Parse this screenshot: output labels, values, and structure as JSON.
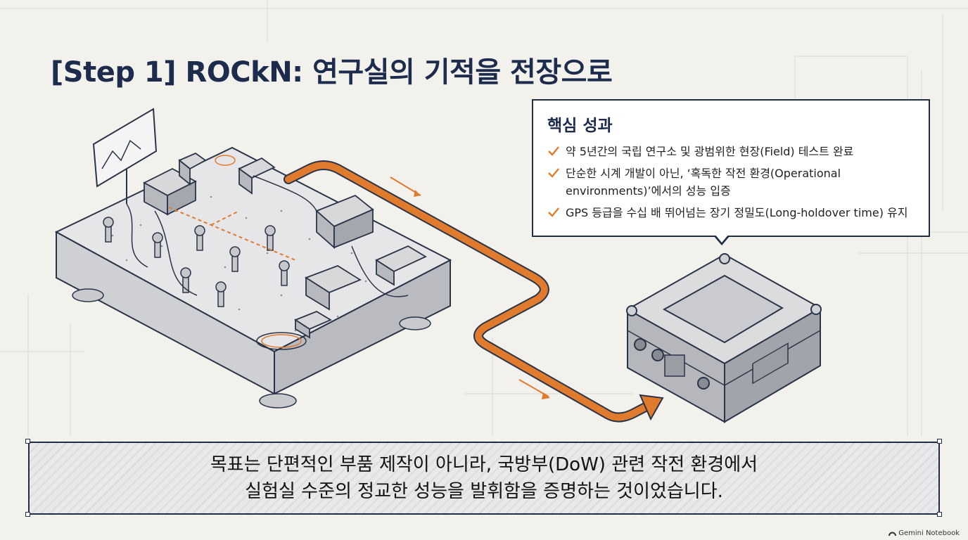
{
  "title": "[Step 1] ROCkN: 연구실의 기적을 전장으로",
  "callout": {
    "heading": "핵심 성과",
    "items": [
      {
        "text": "약 5년간의 국립 연구소 및 광범위한 현장(Field) 테스트 완료"
      },
      {
        "text": "단순한 시계 개발이 아닌, ‘혹독한 작전 환경(Operational environments)’에서의 성능 입증"
      },
      {
        "text": "GPS 등급을 수십 배 뛰어넘는 장기 정밀도(Long-holdover time) 유지"
      }
    ]
  },
  "banner": {
    "line1": "목표는 단편적인 부품 제작이 아니라, 국방부(DoW) 관련 작전 환경에서",
    "line2": "실험실 수준의 정교한 성능을 발휘함을 증명하는 것이었습니다."
  },
  "footer": {
    "brand": "Gemini Notebook"
  },
  "icons": {
    "check": "check-icon",
    "brand": "notebook-logo-icon"
  },
  "colors": {
    "navy": "#1d2c4c",
    "accent": "#e07b2e",
    "background": "#f2f1ec"
  }
}
